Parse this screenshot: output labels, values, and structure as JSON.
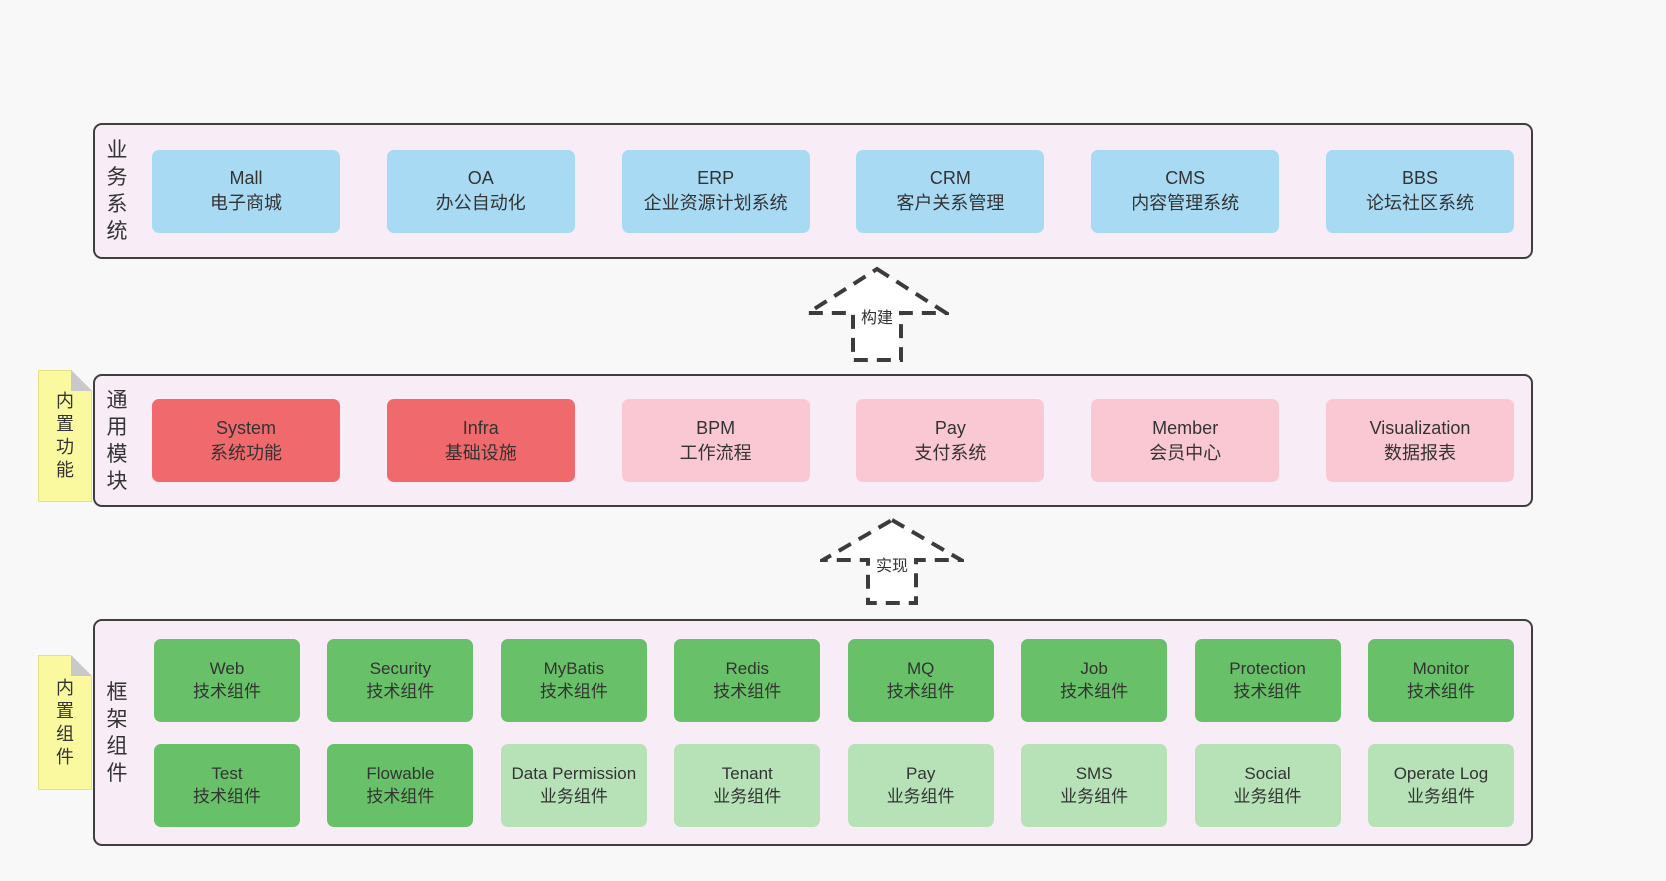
{
  "colors": {
    "page_bg": "#f8f8f8",
    "band_bg": "#f8edf6",
    "band_border": "#3f3f3f",
    "blue_box": "#a8daf4",
    "red_box": "#f06a6d",
    "pink_box": "#fac8d2",
    "green_box": "#68c169",
    "light_green_box": "#b7e2b8",
    "note_bg": "#fbf9a0",
    "note_fold": "#c9c9c9",
    "text": "#333333"
  },
  "arrows": [
    {
      "id": "build",
      "label": "构建"
    },
    {
      "id": "implement",
      "label": "实现"
    }
  ],
  "bands": [
    {
      "id": "business-systems",
      "title": "业务系统",
      "boxes": [
        {
          "name": "Mall",
          "desc": "电子商城",
          "variant": "blue"
        },
        {
          "name": "OA",
          "desc": "办公自动化",
          "variant": "blue"
        },
        {
          "name": "ERP",
          "desc": "企业资源计划系统",
          "variant": "blue"
        },
        {
          "name": "CRM",
          "desc": "客户关系管理",
          "variant": "blue"
        },
        {
          "name": "CMS",
          "desc": "内容管理系统",
          "variant": "blue"
        },
        {
          "name": "BBS",
          "desc": "论坛社区系统",
          "variant": "blue"
        }
      ]
    },
    {
      "id": "common-modules",
      "title": "通用模块",
      "note": "内置功能",
      "boxes": [
        {
          "name": "System",
          "desc": "系统功能",
          "variant": "red"
        },
        {
          "name": "Infra",
          "desc": "基础设施",
          "variant": "red"
        },
        {
          "name": "BPM",
          "desc": "工作流程",
          "variant": "pink"
        },
        {
          "name": "Pay",
          "desc": "支付系统",
          "variant": "pink"
        },
        {
          "name": "Member",
          "desc": "会员中心",
          "variant": "pink"
        },
        {
          "name": "Visualization",
          "desc": "数据报表",
          "variant": "pink"
        }
      ]
    },
    {
      "id": "framework-components",
      "title": "框架组件",
      "note": "内置组件",
      "rows": [
        [
          {
            "name": "Web",
            "desc": "技术组件",
            "variant": "green"
          },
          {
            "name": "Security",
            "desc": "技术组件",
            "variant": "green"
          },
          {
            "name": "MyBatis",
            "desc": "技术组件",
            "variant": "green"
          },
          {
            "name": "Redis",
            "desc": "技术组件",
            "variant": "green"
          },
          {
            "name": "MQ",
            "desc": "技术组件",
            "variant": "green"
          },
          {
            "name": "Job",
            "desc": "技术组件",
            "variant": "green"
          },
          {
            "name": "Protection",
            "desc": "技术组件",
            "variant": "green"
          },
          {
            "name": "Monitor",
            "desc": "技术组件",
            "variant": "green"
          }
        ],
        [
          {
            "name": "Test",
            "desc": "技术组件",
            "variant": "green"
          },
          {
            "name": "Flowable",
            "desc": "技术组件",
            "variant": "green"
          },
          {
            "name": "Data Permission",
            "desc": "业务组件",
            "variant": "lightgreen"
          },
          {
            "name": "Tenant",
            "desc": "业务组件",
            "variant": "lightgreen"
          },
          {
            "name": "Pay",
            "desc": "业务组件",
            "variant": "lightgreen"
          },
          {
            "name": "SMS",
            "desc": "业务组件",
            "variant": "lightgreen"
          },
          {
            "name": "Social",
            "desc": "业务组件",
            "variant": "lightgreen"
          },
          {
            "name": "Operate Log",
            "desc": "业务组件",
            "variant": "lightgreen"
          }
        ]
      ]
    }
  ]
}
